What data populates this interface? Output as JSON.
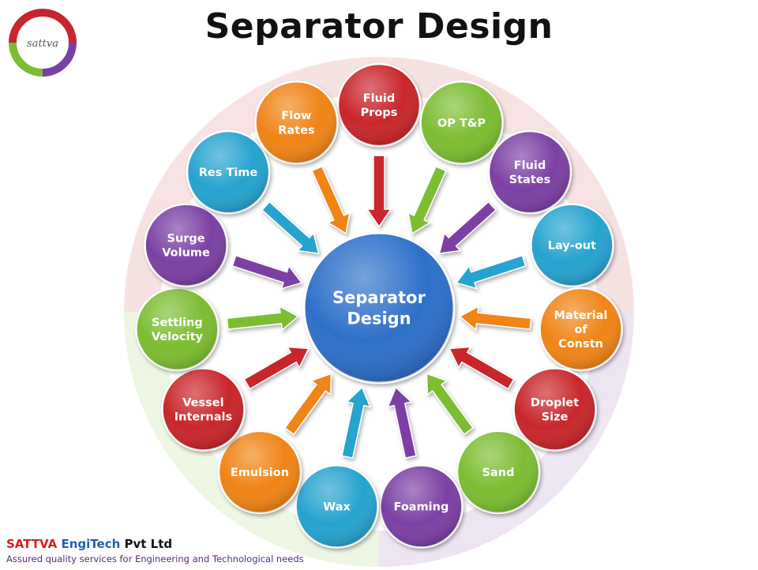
{
  "title": "Separator Design",
  "logo": {
    "text": "sattva"
  },
  "center": {
    "lines": [
      "Separator",
      "Design"
    ],
    "color": "#2f6fc9"
  },
  "nodes": [
    {
      "lines": [
        "Fluid",
        "Props"
      ],
      "color": "#c8252c"
    },
    {
      "lines": [
        "OP T&P"
      ],
      "color": "#7cbd31"
    },
    {
      "lines": [
        "Fluid",
        "States"
      ],
      "color": "#7b3fa4"
    },
    {
      "lines": [
        "Lay-out"
      ],
      "color": "#27a3cf"
    },
    {
      "lines": [
        "Material",
        "of",
        "Constn"
      ],
      "color": "#f08418"
    },
    {
      "lines": [
        "Droplet",
        "Size"
      ],
      "color": "#c8252c"
    },
    {
      "lines": [
        "Sand"
      ],
      "color": "#7cbd31"
    },
    {
      "lines": [
        "Foaming"
      ],
      "color": "#7b3fa4"
    },
    {
      "lines": [
        "Wax"
      ],
      "color": "#27a3cf"
    },
    {
      "lines": [
        "Emulsion"
      ],
      "color": "#f08418"
    },
    {
      "lines": [
        "Vessel",
        "Internals"
      ],
      "color": "#c8252c"
    },
    {
      "lines": [
        "Settling",
        "Velocity"
      ],
      "color": "#7cbd31"
    },
    {
      "lines": [
        "Surge",
        "Volume"
      ],
      "color": "#7b3fa4"
    },
    {
      "lines": [
        "Res Time"
      ],
      "color": "#27a3cf"
    },
    {
      "lines": [
        "Flow",
        "Rates"
      ],
      "color": "#f08418"
    }
  ],
  "footer": {
    "company_part1": "SATTVA ",
    "company_part2": "EngiTech",
    "company_part3": " Pvt Ltd",
    "tagline": "Assured quality services for Engineering and Technological needs"
  }
}
